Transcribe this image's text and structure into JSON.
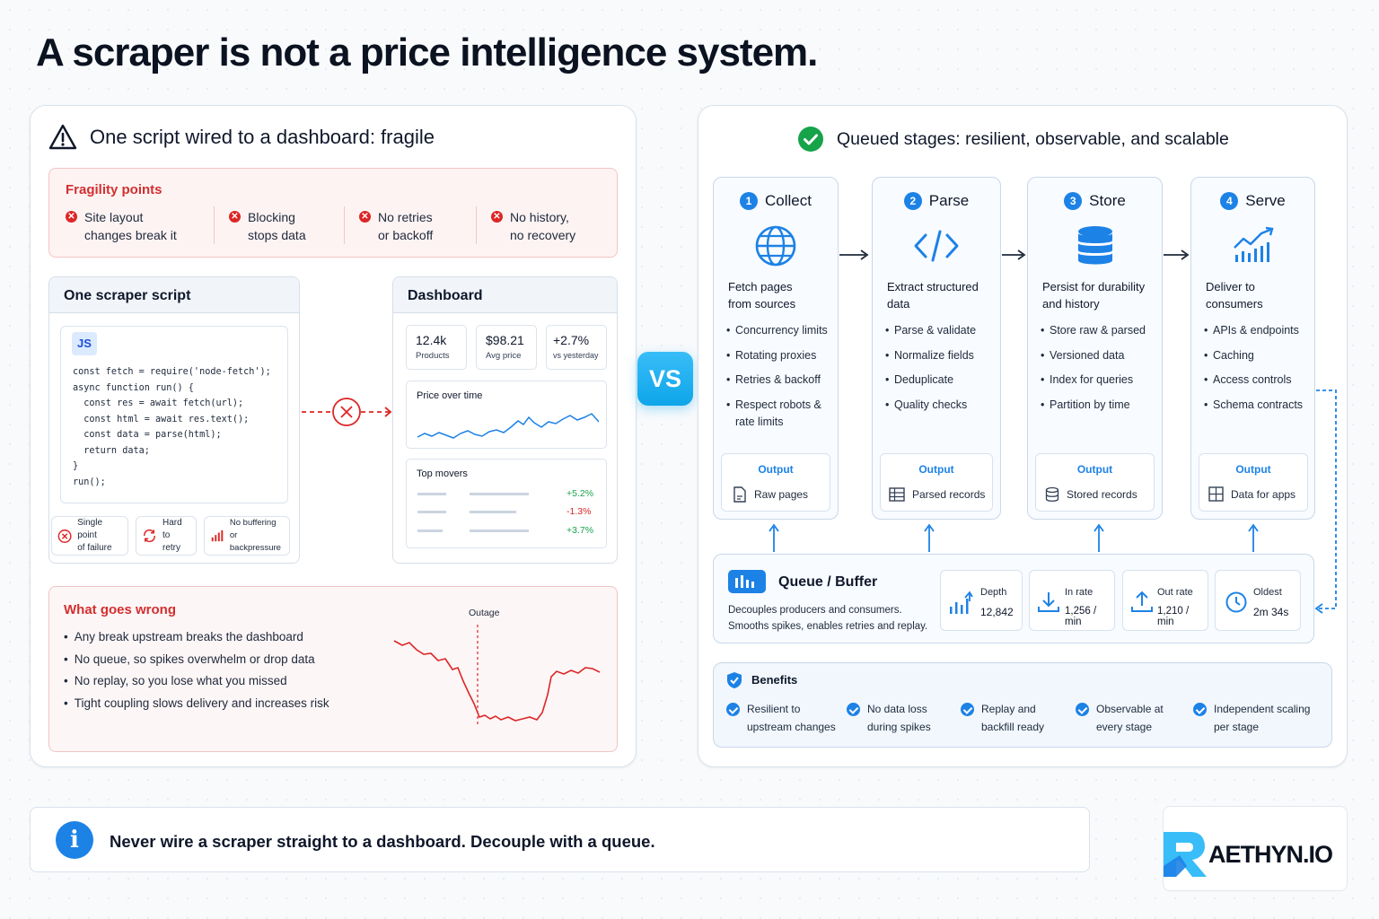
{
  "title": "A scraper is not a price intelligence system.",
  "left": {
    "heading": "One script wired to a dashboard: fragile",
    "fragility": {
      "title": "Fragility points",
      "items": [
        {
          "line1": "Site layout",
          "line2": "changes break it"
        },
        {
          "line1": "Blocking",
          "line2": "stops data"
        },
        {
          "line1": "No retries",
          "line2": "or backoff"
        },
        {
          "line1": "No history,",
          "line2": "no recovery"
        }
      ]
    },
    "script": {
      "title": "One scraper script",
      "badge": "JS",
      "code": "const fetch = require('node-fetch');\nasync function run() {\n  const res = await fetch(url);\n  const html = await res.text();\n  const data = parse(html);\n  return data;\n}\nrun();",
      "issues": [
        {
          "line1": "Single point",
          "line2": "of failure",
          "icon": "x-circle-icon"
        },
        {
          "line1": "Hard to",
          "line2": "retry",
          "icon": "refresh-icon"
        },
        {
          "line1": "No buffering",
          "line2": "or backpressure",
          "icon": "bars-icon"
        }
      ]
    },
    "dashboard": {
      "title": "Dashboard",
      "kpis": [
        {
          "value": "12.4k",
          "label": "Products"
        },
        {
          "value": "$98.21",
          "label": "Avg price"
        },
        {
          "value": "+2.7%",
          "label": "vs yesterday"
        }
      ],
      "price_title": "Price over time",
      "movers_title": "Top movers",
      "movers": [
        {
          "value": "+5.2%",
          "color": "#16a34a"
        },
        {
          "value": "-1.3%",
          "color": "#dc2626"
        },
        {
          "value": "+3.7%",
          "color": "#16a34a"
        }
      ]
    },
    "wrong": {
      "title": "What goes wrong",
      "items": [
        "Any break upstream breaks the dashboard",
        "No queue, so spikes overwhelm or drop data",
        "No replay, so you lose what you missed",
        "Tight coupling slows delivery and increases risk"
      ],
      "outage_label": "Outage"
    }
  },
  "vs": "VS",
  "right": {
    "heading": "Queued stages: resilient, observable, and scalable",
    "stages": [
      {
        "num": "1",
        "name": "Collect",
        "icon": "globe-icon",
        "desc1": "Fetch pages",
        "desc2": "from sources",
        "items": [
          "Concurrency limits",
          "Rotating proxies",
          "Retries & backoff",
          "Respect robots & rate limits"
        ],
        "output_title": "Output",
        "output": "Raw pages",
        "output_icon": "file-icon"
      },
      {
        "num": "2",
        "name": "Parse",
        "icon": "code-icon",
        "desc1": "Extract structured",
        "desc2": "data",
        "items": [
          "Parse & validate",
          "Normalize fields",
          "Deduplicate",
          "Quality checks"
        ],
        "output_title": "Output",
        "output": "Parsed records",
        "output_icon": "table-icon"
      },
      {
        "num": "3",
        "name": "Store",
        "icon": "database-icon",
        "desc1": "Persist for durability",
        "desc2": "and history",
        "items": [
          "Store raw & parsed",
          "Versioned data",
          "Index for queries",
          "Partition by time"
        ],
        "output_title": "Output",
        "output": "Stored records",
        "output_icon": "cylinder-icon"
      },
      {
        "num": "4",
        "name": "Serve",
        "icon": "chart-icon",
        "desc1": "Deliver to",
        "desc2": "consumers",
        "items": [
          "APIs & endpoints",
          "Caching",
          "Access controls",
          "Schema contracts"
        ],
        "output_title": "Output",
        "output": "Data for apps",
        "output_icon": "grid-icon"
      }
    ],
    "queue": {
      "title": "Queue / Buffer",
      "desc1": "Decouples producers and consumers.",
      "desc2": "Smooths spikes, enables retries and replay.",
      "metrics": [
        {
          "label": "Depth",
          "value": "12,842",
          "icon": "bars-up-icon"
        },
        {
          "label": "In rate",
          "value": "1,256 / min",
          "icon": "download-icon"
        },
        {
          "label": "Out rate",
          "value": "1,210 / min",
          "icon": "upload-icon"
        },
        {
          "label": "Oldest",
          "value": "2m 34s",
          "icon": "clock-icon"
        }
      ]
    },
    "benefits": {
      "title": "Benefits",
      "items": [
        {
          "line1": "Resilient to",
          "line2": "upstream changes"
        },
        {
          "line1": "No data loss",
          "line2": "during spikes"
        },
        {
          "line1": "Replay and",
          "line2": "backfill ready"
        },
        {
          "line1": "Observable at",
          "line2": "every stage"
        },
        {
          "line1": "Independent scaling",
          "line2": "per stage"
        }
      ]
    }
  },
  "callout": "Never wire a scraper straight to a dashboard. Decouple with a queue.",
  "logo": "AETHYN.IO",
  "colors": {
    "accent": "#1d82e6",
    "danger": "#dc2626",
    "success": "#16a34a"
  }
}
